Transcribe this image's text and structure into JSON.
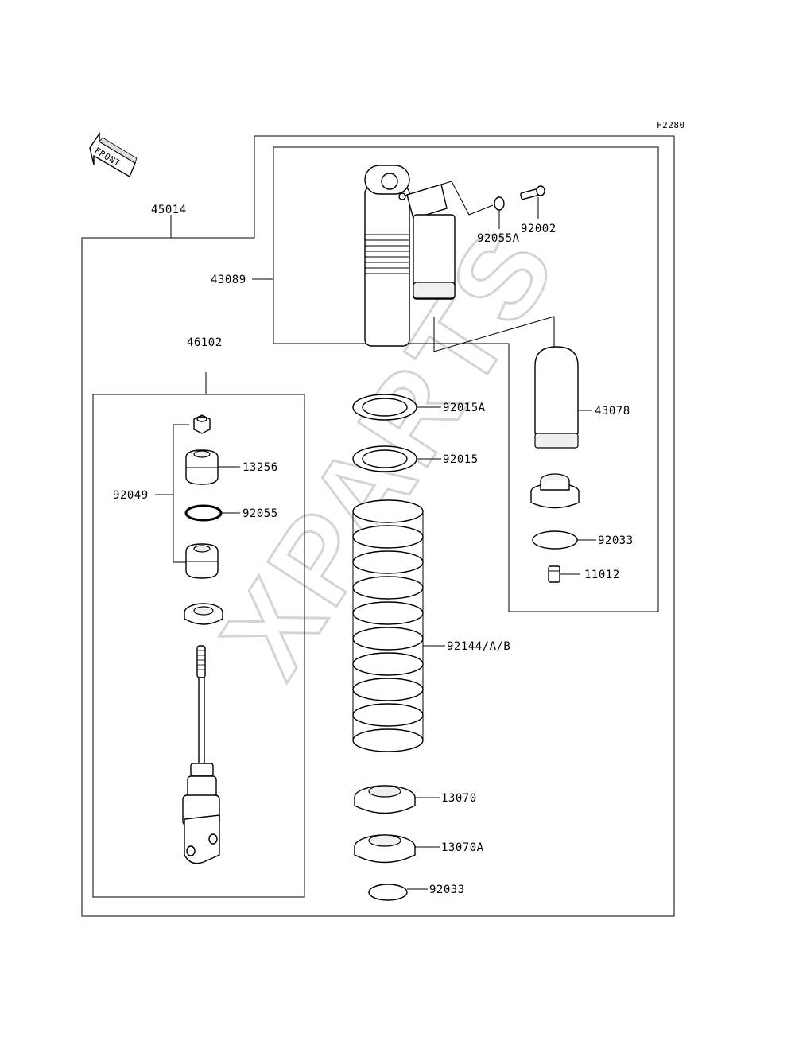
{
  "figure_code": "F2280",
  "watermark": "XPARTS",
  "front_arrow_label": "FRONT",
  "labels": {
    "p45014": "45014",
    "p43089": "43089",
    "p92055A": "92055A",
    "p92002": "92002",
    "p43078": "43078",
    "p46102": "46102",
    "p92015A": "92015A",
    "p92015": "92015",
    "p13256": "13256",
    "p92049": "92049",
    "p92055": "92055",
    "p92033_top": "92033",
    "p11012": "11012",
    "p92144": "92144/A/B",
    "p13070": "13070",
    "p13070A": "13070A",
    "p92033_bottom": "92033"
  },
  "colors": {
    "line": "#000000",
    "watermark": "#d4d4d4",
    "background": "#ffffff"
  }
}
